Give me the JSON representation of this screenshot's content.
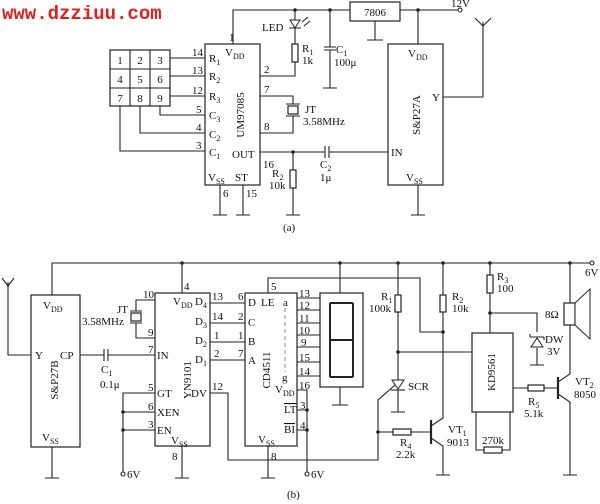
{
  "colors": {
    "watermark": "#e0201e",
    "ink": "#222222"
  },
  "watermark": "www.dzziuu.com",
  "keypad": [
    "1",
    "2",
    "3",
    "4",
    "5",
    "6",
    "7",
    "8",
    "9"
  ],
  "labels": {
    "a_pin1": "1",
    "a_vdd": [
      "V",
      "DD"
    ],
    "a_r1": [
      "R",
      "1"
    ],
    "a_r2": [
      "R",
      "2"
    ],
    "a_r3": [
      "R",
      "3"
    ],
    "a_c3": [
      "C",
      "3"
    ],
    "a_c2": [
      "C",
      "2"
    ],
    "a_c1": [
      "C",
      "1"
    ],
    "a_p14": "14",
    "a_p13": "13",
    "a_p12": "12",
    "a_p5": "5",
    "a_p4": "4",
    "a_p3": "3",
    "a_ic": "UM97085",
    "a_out": "OUT",
    "a_vss": [
      "V",
      "SS"
    ],
    "a_st": "ST",
    "a_p2": "2",
    "a_p7": "7",
    "a_p8": "8",
    "a_p16": "16",
    "a_p6": "6",
    "a_p15": "15",
    "a_led": "LED",
    "a_R1": [
      "R",
      "1"
    ],
    "a_R1v": "1k",
    "a_C1": [
      "C",
      "1"
    ],
    "a_C1v": "100μ",
    "a_reg": "7806",
    "a_12v": "12V",
    "a_jt": "JT",
    "a_jtv": "3.58MHz",
    "a_R2": [
      "R",
      "2"
    ],
    "a_R2v": "10k",
    "a_C2": [
      "C",
      "2"
    ],
    "a_C2v": "1μ",
    "a_tx_vdd": [
      "V",
      "DD"
    ],
    "a_tx_y": "Y",
    "a_tx_in": "IN",
    "a_tx_vss": [
      "V",
      "SS"
    ],
    "a_tx": "S&P27A",
    "a_cap": "(a)",
    "b_rx_vdd": [
      "V",
      "DD"
    ],
    "b_rx_y": "Y",
    "b_rx_cp": "CP",
    "b_rx_vss": [
      "V",
      "SS"
    ],
    "b_rx": "S&P27B",
    "b_jt": "JT",
    "b_jtv": "3.58MHz",
    "b_C1": [
      "C",
      "1"
    ],
    "b_C1v": "0.1μ",
    "b_p4": "4",
    "b_yn_vdd": [
      "V",
      "DD"
    ],
    "b_d4": [
      "D",
      "4"
    ],
    "b_d3": [
      "D",
      "3"
    ],
    "b_d2": [
      "D",
      "2"
    ],
    "b_d1": [
      "D",
      "1"
    ],
    "b_dv": "DV",
    "b_in": "IN",
    "b_gt": "GT",
    "b_xen": "XEN",
    "b_en": "EN",
    "b_yn_vss": [
      "V",
      "SS"
    ],
    "b_yn": "YN9101",
    "b_p10": "10",
    "b_p9": "9",
    "b_p7": "7",
    "b_p5": "5",
    "b_p6": "6",
    "b_p3": "3",
    "b_p13": "13",
    "b_p14": "14",
    "b_p1": "1",
    "b_p2": "2",
    "b_p12": "12",
    "b_p8": "8",
    "b_6v1": "6V",
    "b_c6": "6",
    "b_c2": "2",
    "b_c1": "1",
    "b_c7": "7",
    "b_D": "D",
    "b_C": "C",
    "b_B": "B",
    "b_A": "A",
    "b_le": "LE",
    "b_a": "a",
    "b_g": "g",
    "b_cd_vdd": [
      "V",
      "DD"
    ],
    "b_lt": "LT",
    "b_bi": "BI",
    "b_cd_vss": [
      "V",
      "SS"
    ],
    "b_cd": "CD4511",
    "b_c5": "5",
    "b_o13": "13",
    "b_o12": "12",
    "b_o11": "11",
    "b_o10": "10",
    "b_o9": "9",
    "b_o15": "15",
    "b_o14": "14",
    "b_c16": "16",
    "b_c3": "3",
    "b_c4": "4",
    "b_c8": "8",
    "b_6v2": "6V",
    "b_R1": [
      "R",
      "1"
    ],
    "b_R1v": "100k",
    "b_R2": [
      "R",
      "2"
    ],
    "b_R2v": "10k",
    "b_R3": [
      "R",
      "3"
    ],
    "b_R3v": "100",
    "b_6v3": "6V",
    "b_spk": "8Ω",
    "b_dw": "DW",
    "b_dwv": "3V",
    "b_scr": "SCR",
    "b_kd": "KD9561",
    "b_R5": [
      "R",
      "5"
    ],
    "b_R5v": "5.1k",
    "b_vt2": [
      "VT",
      "2"
    ],
    "b_vt2v": "8050",
    "b_R4": [
      "R",
      "4"
    ],
    "b_R4v": "2.2k",
    "b_vt1": [
      "VT",
      "1"
    ],
    "b_vt1v": "9013",
    "b_270": "270k",
    "b_cap": "(b)"
  }
}
